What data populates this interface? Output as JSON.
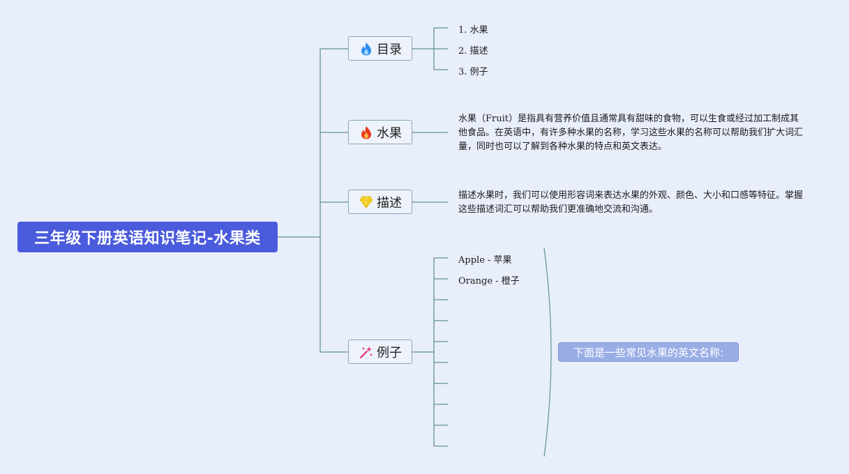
{
  "root": {
    "title": "三年级下册英语知识笔记-水果类"
  },
  "branches": [
    {
      "label": "目录",
      "icon": "flame-blue-icon"
    },
    {
      "label": "水果",
      "icon": "flame-red-icon"
    },
    {
      "label": "描述",
      "icon": "gem-icon"
    },
    {
      "label": "例子",
      "icon": "sparkle-wand-icon"
    }
  ],
  "toc": {
    "items": [
      "1. 水果",
      "2. 描述",
      "3. 例子"
    ]
  },
  "fruit": {
    "text": "水果（Fruit）是指具有营养价值且通常具有甜味的食物，可以生食或经过加工制成其他食品。在英语中，有许多种水果的名称，学习这些水果的名称可以帮助我们扩大词汇量，同时也可以了解到各种水果的特点和英文表达。"
  },
  "describe": {
    "text": "描述水果时，我们可以使用形容词来表达水果的外观、颜色、大小和口感等特征。掌握这些描述词汇可以帮助我们更准确地交流和沟通。"
  },
  "examples": {
    "items": [
      "Apple - 苹果",
      "Orange - 橙子"
    ],
    "summary": "下面是一些常见水果的英文名称:"
  },
  "colors": {
    "background": "#e9eefb",
    "root": "#4a5bdc",
    "connector": "#5f9488",
    "branch_border": "#86a7b3",
    "summary": "#9aaee6"
  }
}
